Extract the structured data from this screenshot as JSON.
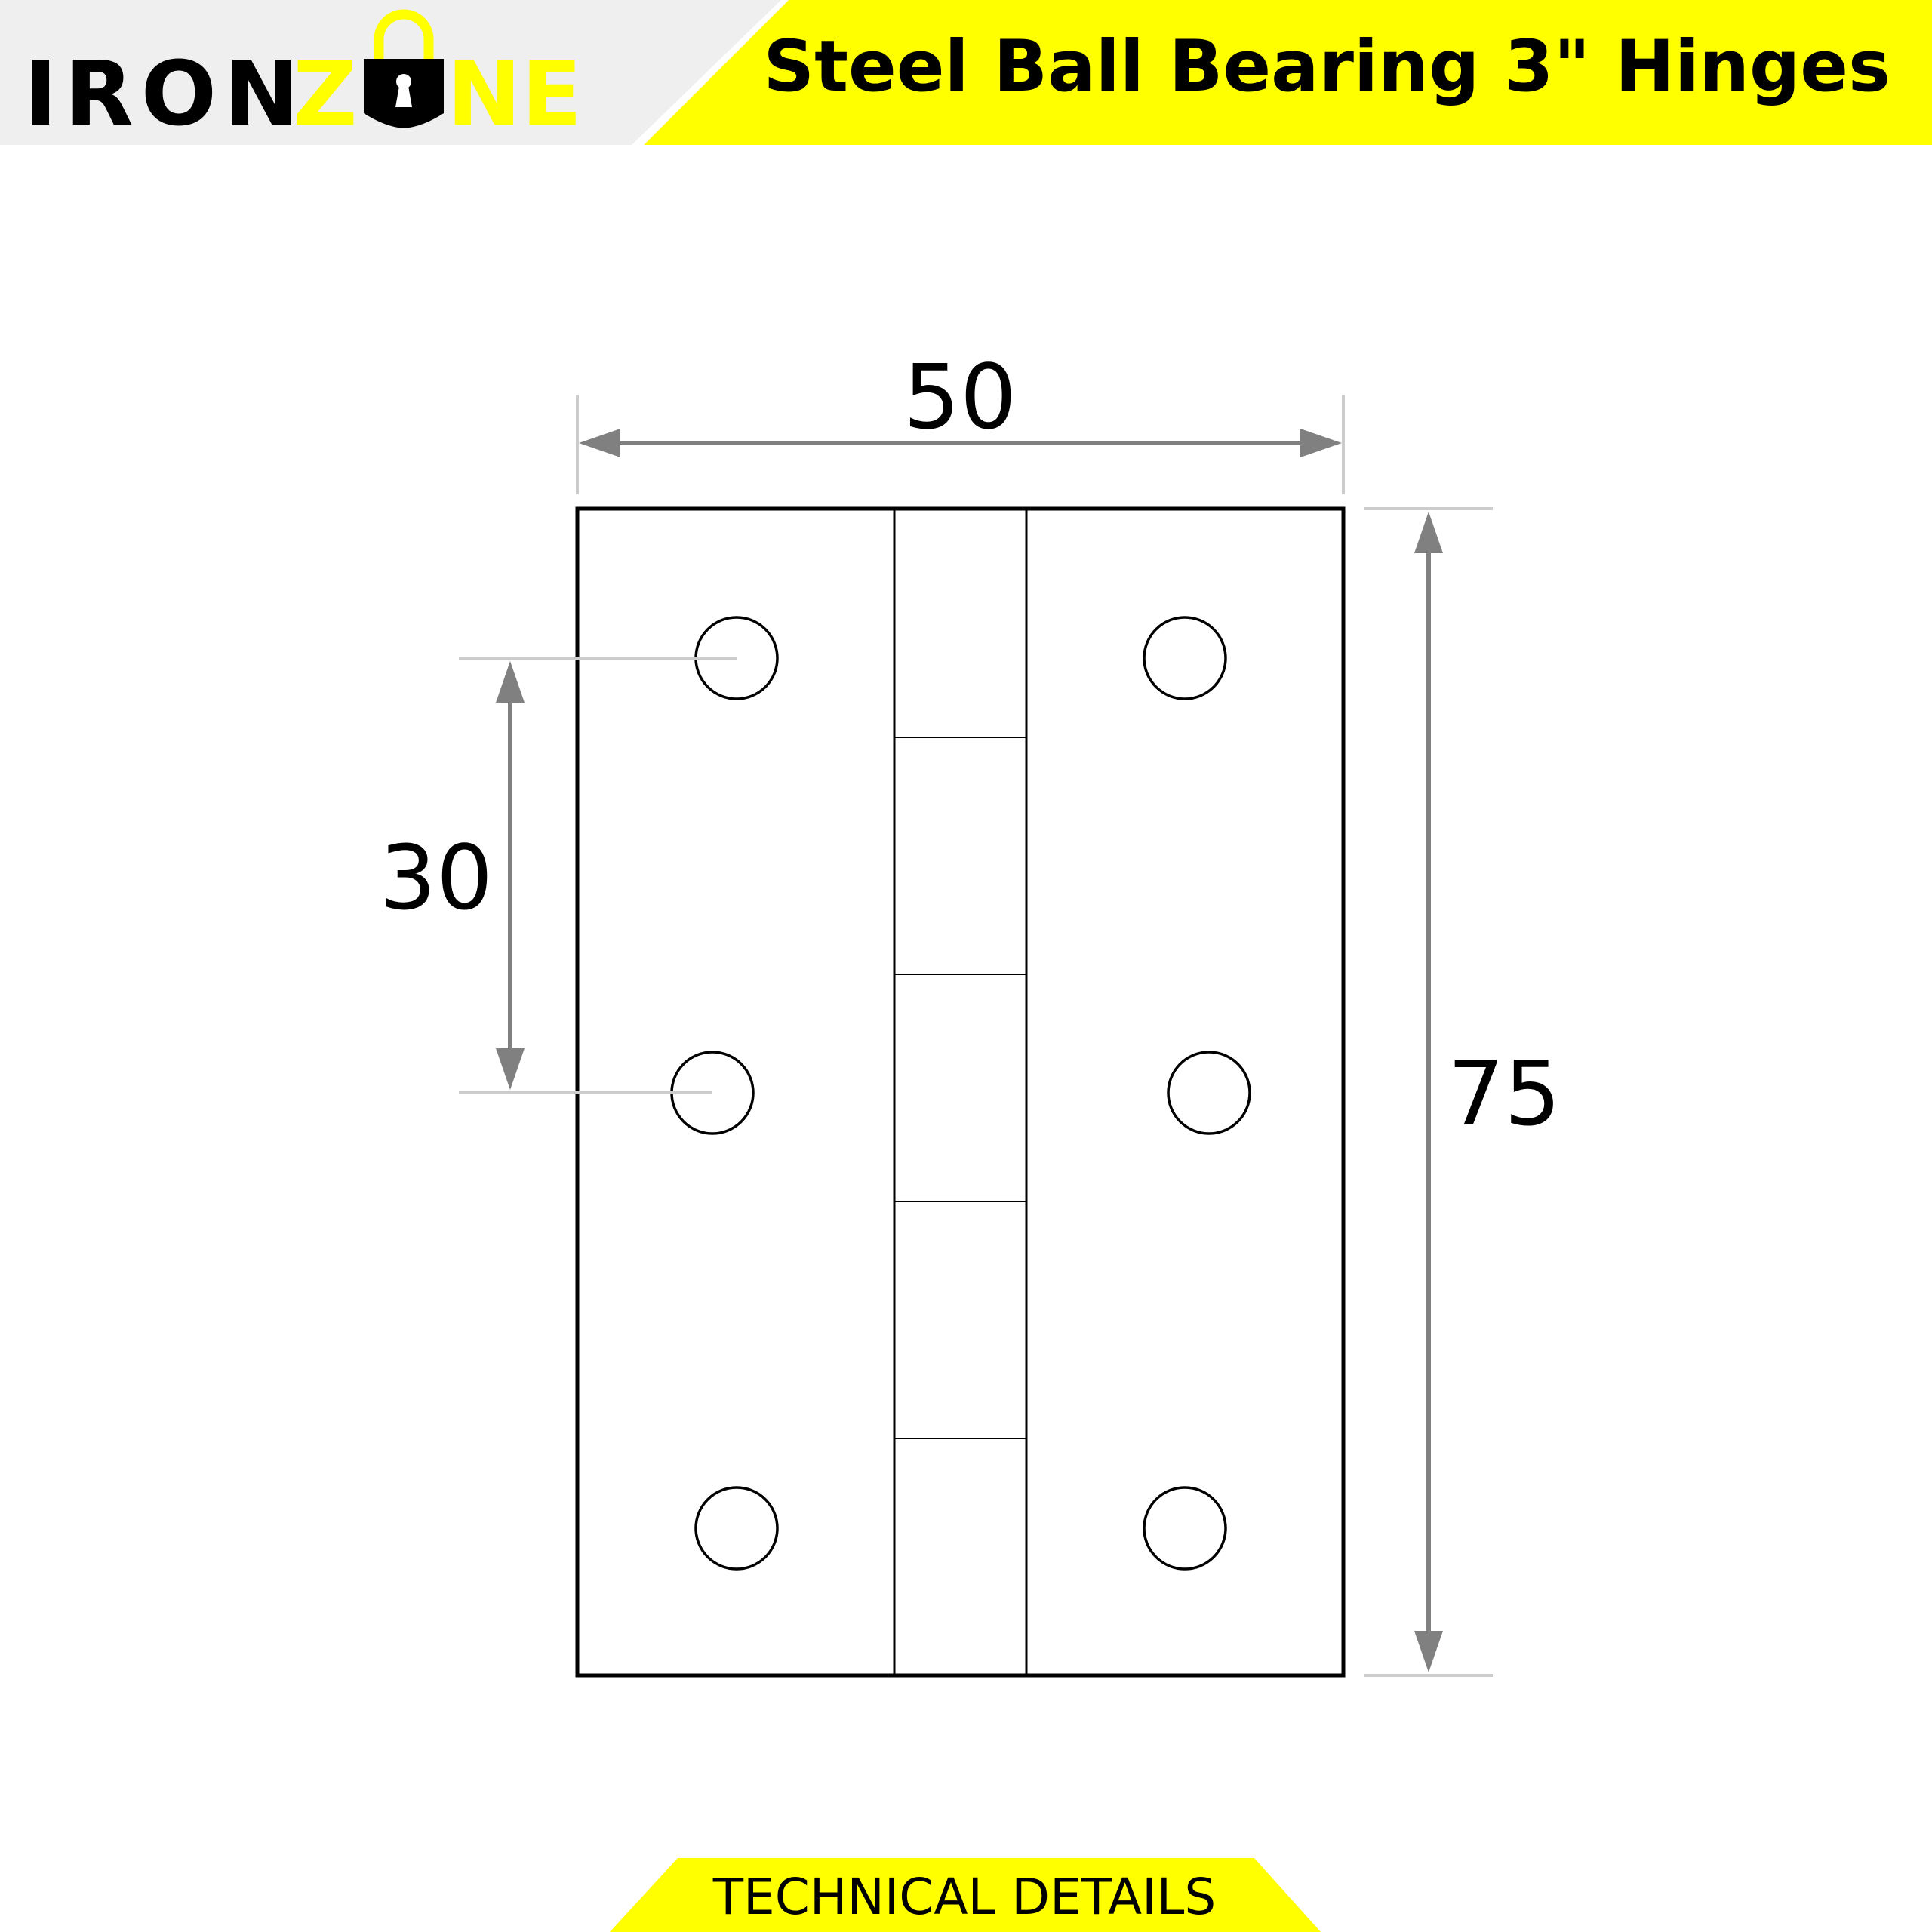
{
  "header": {
    "brand_prefix": "IRON",
    "brand_suffix_left": "Z",
    "brand_suffix_right": "NE",
    "title": "Steel Ball Bearing 3\" Hinges",
    "accent_color": "#ffff00",
    "dark_color": "#000000",
    "header_bg_left": "#efefef"
  },
  "diagram": {
    "width_dimension": "50",
    "height_dimension": "75",
    "hole_spacing_dimension": "30",
    "line_color": "#000000",
    "dimension_color": "#808080",
    "extension_color": "#cccccc"
  },
  "footer": {
    "label": "TECHNICAL DETAILS"
  }
}
